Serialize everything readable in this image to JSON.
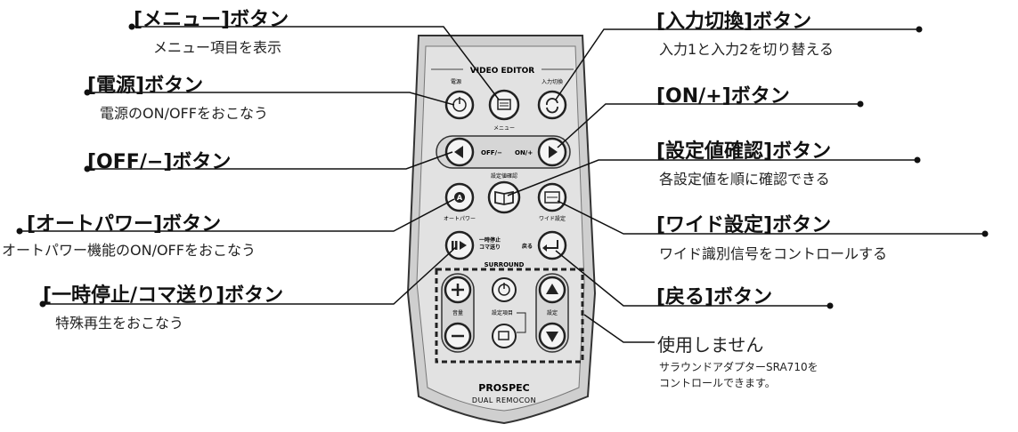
{
  "remote": {
    "header": "VIDEO EDITOR",
    "label_power": "電源",
    "label_menu": "メニュー",
    "label_input": "入力切換",
    "label_off": "OFF/−",
    "label_on": "ON/+",
    "label_settings_check": "設定値確認",
    "label_auto_power": "オートパワー",
    "label_wide": "ワイド設定",
    "label_pause": "一時停止\nコマ送り",
    "label_back": "戻る",
    "label_surround": "SURROUND",
    "label_volume": "音量",
    "label_setting_item": "設定項目",
    "label_setting": "設定",
    "brand": "PROSPEC",
    "subbrand": "DUAL REMOCON"
  },
  "callouts": {
    "menu": {
      "title": "[メニュー]ボタン",
      "desc": "メニュー項目を表示"
    },
    "power": {
      "title": "[電源]ボタン",
      "desc": "電源のON/OFFをおこなう"
    },
    "off": {
      "title": "[OFF/−]ボタン",
      "desc": ""
    },
    "auto_power": {
      "title": "[オートパワー]ボタン",
      "desc": "オートパワー機能のON/OFFをおこなう"
    },
    "pause": {
      "title": "[一時停止/コマ送り]ボタン",
      "desc": "特殊再生をおこなう"
    },
    "input": {
      "title": "[入力切換]ボタン",
      "desc": "入力1と入力2を切り替える"
    },
    "on": {
      "title": "[ON/+]ボタン",
      "desc": ""
    },
    "settings_check": {
      "title": "[設定値確認]ボタン",
      "desc": "各設定値を順に確認できる"
    },
    "wide": {
      "title": "[ワイド設定]ボタン",
      "desc": "ワイド識別信号をコントロールする"
    },
    "back": {
      "title": "[戻る]ボタン",
      "desc": ""
    },
    "unused": {
      "title": "使用しません",
      "desc1": "サラウンドアダプターSRA710を",
      "desc2": "コントロールできます。"
    }
  }
}
